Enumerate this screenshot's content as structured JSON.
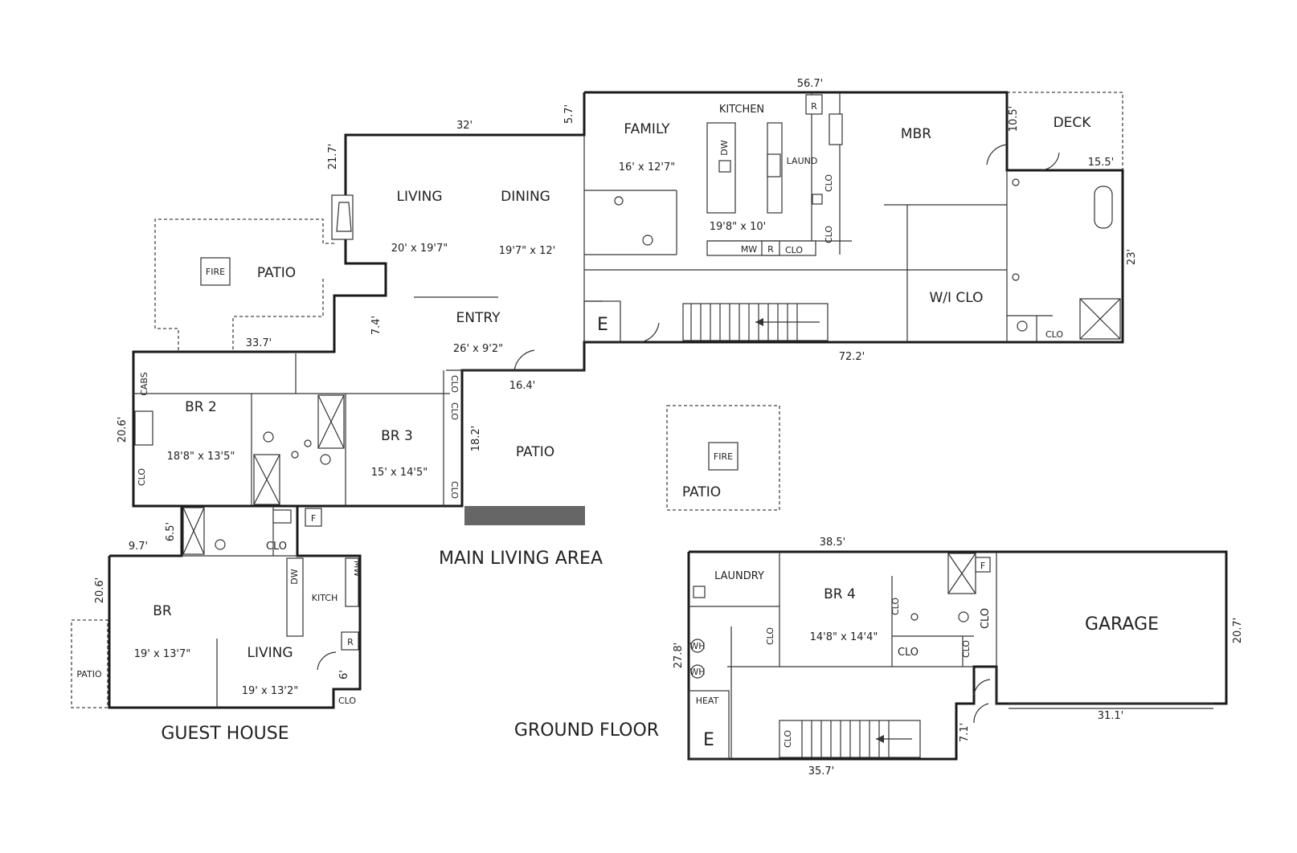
{
  "dimensions": {
    "main_top": "56.7'",
    "main_top_left": "32'",
    "main_step": "5.7'",
    "main_left_upper": "21.7'",
    "deck_h": "10.5'",
    "deck_w": "15.5'",
    "main_right": "23'",
    "main_bottom": "72.2'",
    "patio_top": "33.7'",
    "patio_step": "7.4'",
    "entry_step": "16.4'",
    "br_wing_left": "20.6'",
    "br_wing_right": "18.2'",
    "guest_top": "9.7'",
    "guest_link": "6.5'",
    "guest_left": "20.6'",
    "guest_door": "6'",
    "ground_top": "38.5'",
    "ground_left": "27.8'",
    "ground_right": "20.7'",
    "ground_bottom": "35.7'",
    "ground_step": "7.1'",
    "garage_door": "31.1'"
  },
  "rooms": {
    "family": "FAMILY",
    "family_size": "16' x 12'7\"",
    "kitchen": "KITCHEN",
    "kitchen_size": "19'8\" x 10'",
    "laund": "LAUND",
    "mbr": "MBR",
    "deck": "DECK",
    "wi_clo": "W/I CLO",
    "living": "LIVING",
    "living_size": "20' x 19'7\"",
    "dining": "DINING",
    "dining_size": "19'7\" x 12'",
    "entry": "ENTRY",
    "entry_size": "26' x 9'2\"",
    "patio": "PATIO",
    "fire": "FIRE",
    "br2": "BR 2",
    "br2_size": "18'8\" x 13'5\"",
    "br3": "BR 3",
    "br3_size": "15' x 14'5\"",
    "br": "BR",
    "br_size": "19' x 13'7\"",
    "guest_living": "LIVING",
    "guest_living_size": "19' x 13'2\"",
    "kitch": "KITCH",
    "laundry": "LAUNDRY",
    "br4": "BR 4",
    "br4_size": "14'8\" x 14'4\"",
    "garage": "GARAGE",
    "heat": "HEAT"
  },
  "fixtures": {
    "clo": "CLO",
    "r": "R",
    "mw": "MW",
    "dw": "DW",
    "f": "F",
    "e": "E",
    "cabs": "CABS",
    "wh": "WH"
  },
  "sections": {
    "main": "MAIN LIVING AREA",
    "guest": "GUEST HOUSE",
    "ground": "GROUND FLOOR"
  }
}
